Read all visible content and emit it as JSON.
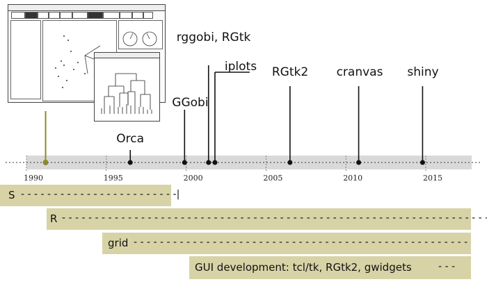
{
  "axis": {
    "year_min": 1988,
    "year_max": 2018.5,
    "ticks": [
      "1990",
      "1995",
      "2000",
      "2005",
      "2010",
      "2015"
    ],
    "tick_years": [
      1990,
      1995,
      2000,
      2005,
      2010,
      2015
    ],
    "band_color": "#d9d9d9"
  },
  "tools": [
    {
      "name": "",
      "year": 1991.2,
      "color": "#8a8a2e"
    },
    {
      "name": "Orca",
      "year": 1996.5,
      "color": "#111111"
    },
    {
      "name": "GGobi",
      "year": 1999.9,
      "color": "#111111"
    },
    {
      "name": "rggobi, RGtk",
      "year": 2001.4,
      "color": "#111111"
    },
    {
      "name": "iplots",
      "year": 2001.8,
      "color": "#111111"
    },
    {
      "name": "RGtk2",
      "year": 2006.5,
      "color": "#111111"
    },
    {
      "name": "cranvas",
      "year": 2010.8,
      "color": "#111111"
    },
    {
      "name": "shiny",
      "year": 2014.8,
      "color": "#111111"
    }
  ],
  "bars": [
    {
      "label": "S",
      "dashes": "- - - - - - - - - - - - - - - - - - - - - - - -|",
      "start": 1988,
      "end": 1997.9
    },
    {
      "label": "R",
      "dashes": "- - - - - - - - - - - - - - - - - - - - - - - - - - - - - - - - - - - - - - - - - - - - - - - - - - - - - - - - - - - - - - - - - -",
      "start": 1990.7,
      "end": 2018.5
    },
    {
      "label": "grid",
      "dashes": "- - - - - - - - - - - - - - - - - - - - - - - - - - - - - - - - - - - - - - - - - - - - - - - - - - -",
      "start": 1994.1,
      "end": 2018.5
    },
    {
      "label": "GUI development: tcl/tk, RGtk2, gwidgets",
      "dashes": "- - -",
      "start": 2000.1,
      "end": 2018.5
    }
  ],
  "colors": {
    "bar": "#d8d3a6",
    "accent": "#8a8a2e"
  },
  "screenshot": {
    "alt": "GGobi and R graphics window screenshot"
  }
}
